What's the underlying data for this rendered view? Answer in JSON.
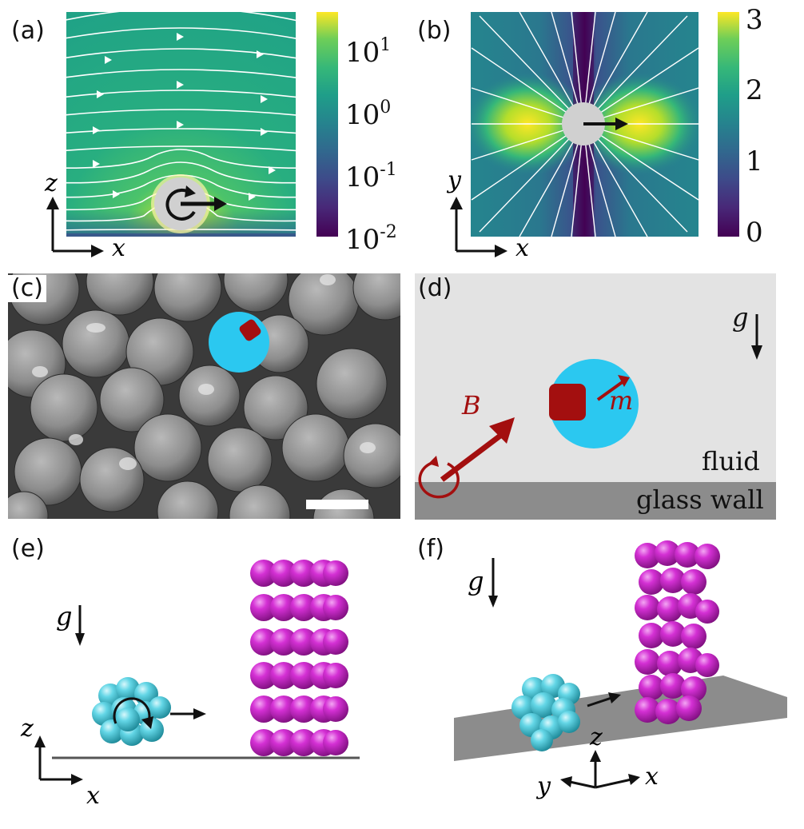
{
  "panels": {
    "a": {
      "label": "(a)",
      "colorbar_ticks": [
        {
          "base": "10",
          "exp": "1"
        },
        {
          "base": "10",
          "exp": "0"
        },
        {
          "base": "10",
          "exp": "-1"
        },
        {
          "base": "10",
          "exp": "-2"
        }
      ],
      "axis_vertical": "z",
      "axis_horizontal": "x"
    },
    "b": {
      "label": "(b)",
      "colorbar_ticks": [
        "3",
        "2",
        "1",
        "0"
      ],
      "axis_vertical": "y",
      "axis_horizontal": "x"
    },
    "c": {
      "label": "(c)"
    },
    "d": {
      "label": "(d)",
      "gravity": "g",
      "field": "B",
      "moment": "m",
      "fluid": "fluid",
      "wall": "glass wall"
    },
    "e": {
      "label": "(e)",
      "gravity": "g",
      "axis_vertical": "z",
      "axis_horizontal": "x"
    },
    "f": {
      "label": "(f)",
      "gravity": "g",
      "axis_z": "z",
      "axis_y": "y",
      "axis_x": "x"
    }
  },
  "colors": {
    "particle_blue": "#2bc8f0",
    "magnet_red": "#a30f0f",
    "magenta": "#cc22cc",
    "cyan_sphere": "#5ad6e6",
    "wall_gray": "#8c8c8c",
    "fluid_gray": "#e3e3e3"
  }
}
